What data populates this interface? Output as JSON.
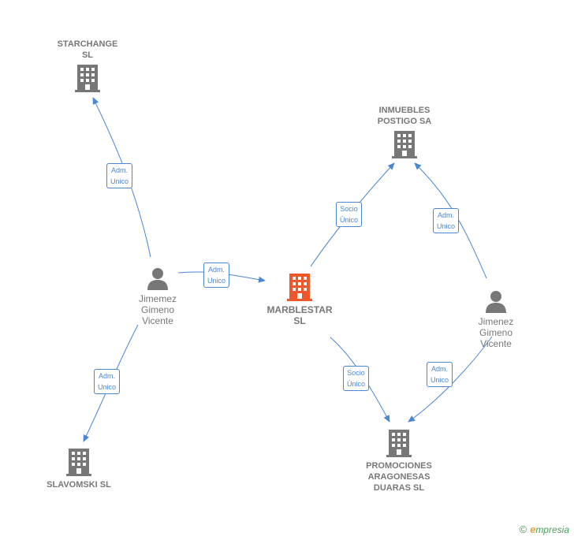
{
  "nodes": {
    "starchange": {
      "label": "STARCHANGE\nSL"
    },
    "inmuebles": {
      "label": "INMUEBLES\nPOSTIGO SA"
    },
    "marblestar": {
      "label": "MARBLESTAR\nSL"
    },
    "jimemez": {
      "label": "Jimemez\nGimeno\nVicente"
    },
    "jimenez": {
      "label": "Jimenez\nGimeno\nVicente"
    },
    "slavomski": {
      "label": "SLAVOMSKI  SL"
    },
    "promociones": {
      "label": "PROMOCIONES\nARAGONESAS\nDUARAS  SL"
    }
  },
  "edges": {
    "e1": "Adm.\nUnico",
    "e2": "Adm.\nUnico",
    "e3": "Adm.\nUnico",
    "e4": "Socio\nÚnico",
    "e5": "Adm.\nUnico",
    "e6": "Socio\nÚnico",
    "e7": "Adm.\nUnico"
  },
  "footer": {
    "copyright": "©",
    "brand_e": "e",
    "brand_rest": "mpresia"
  },
  "colors": {
    "edge": "#4a86d1",
    "company": "#777777",
    "focus": "#f0572a"
  }
}
